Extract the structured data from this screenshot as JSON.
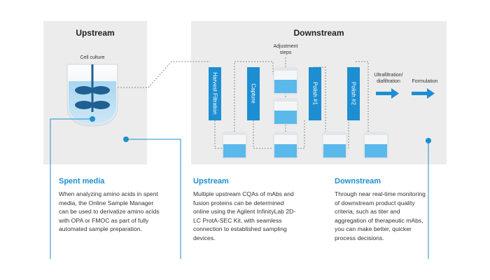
{
  "panels": {
    "upstream_title": "Upstream",
    "downstream_title": "Downstream"
  },
  "diagram": {
    "cell_culture_label": "Cell culture",
    "adjustment_steps_label": "Adjustment steps",
    "harvest_filtration_label": "Harvest Filtration",
    "capture_label": "Capture",
    "polish1_label": "Polish #1",
    "polish2_label": "Polish #2",
    "ultrafiltration_label": "Ultrafiltration/ diafiltration",
    "formulation_label": "Formulation"
  },
  "cards": {
    "spent_media": {
      "title": "Spent media",
      "body": "When analyzing amino acids in spent media, the Online Sample Manager can be used to derivatize amino acids with OPA or FMOC as part of fully automated sample preparation."
    },
    "upstream": {
      "title": "Upstream",
      "body": "Multiple upstream CQAs of mAbs and fusion proteins can be determined online using the Agilent InfinityLab 2D-LC ProtA-SEC Kit, with seamless connection to established sampling devices."
    },
    "downstream": {
      "title": "Downstream",
      "body": "Through near real-time monitoring of downstream product quality criteria, such as titer and aggregation of therapeutic mAbs, you can make better, quicker process decisions."
    }
  },
  "colors": {
    "accent": "#1d8ed1",
    "liquid": "#5bb8ea",
    "panel": "#ececec"
  }
}
